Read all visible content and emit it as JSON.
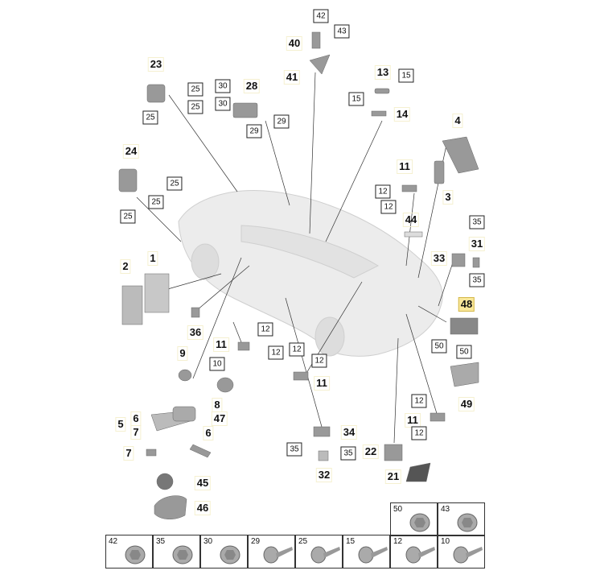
{
  "callouts": [
    {
      "id": "23",
      "t": "23"
    },
    {
      "id": "28",
      "t": "28"
    },
    {
      "id": "40",
      "t": "40"
    },
    {
      "id": "41",
      "t": "41"
    },
    {
      "id": "13",
      "t": "13"
    },
    {
      "id": "14",
      "t": "14"
    },
    {
      "id": "4",
      "t": "4"
    },
    {
      "id": "24",
      "t": "24"
    },
    {
      "id": "11a",
      "t": "11"
    },
    {
      "id": "3",
      "t": "3"
    },
    {
      "id": "44",
      "t": "44"
    },
    {
      "id": "31",
      "t": "31"
    },
    {
      "id": "33",
      "t": "33"
    },
    {
      "id": "2",
      "t": "2"
    },
    {
      "id": "1",
      "t": "1"
    },
    {
      "id": "48",
      "t": "48"
    },
    {
      "id": "36",
      "t": "36"
    },
    {
      "id": "11b",
      "t": "11"
    },
    {
      "id": "9",
      "t": "9"
    },
    {
      "id": "11c",
      "t": "11"
    },
    {
      "id": "8",
      "t": "8"
    },
    {
      "id": "47",
      "t": "47"
    },
    {
      "id": "49",
      "t": "49"
    },
    {
      "id": "5",
      "t": "5"
    },
    {
      "id": "6a",
      "t": "6"
    },
    {
      "id": "7a",
      "t": "7"
    },
    {
      "id": "11d",
      "t": "11"
    },
    {
      "id": "34",
      "t": "34"
    },
    {
      "id": "7b",
      "t": "7"
    },
    {
      "id": "6b",
      "t": "6"
    },
    {
      "id": "22",
      "t": "22"
    },
    {
      "id": "32",
      "t": "32"
    },
    {
      "id": "45",
      "t": "45"
    },
    {
      "id": "21",
      "t": "21"
    },
    {
      "id": "46",
      "t": "46"
    }
  ],
  "boxed": [
    "42",
    "43",
    "25",
    "25",
    "25",
    "30",
    "30",
    "29",
    "29",
    "15",
    "15",
    "25",
    "25",
    "25",
    "12",
    "12",
    "35",
    "35",
    "12",
    "12",
    "10",
    "12",
    "12",
    "50",
    "50",
    "12",
    "12",
    "35",
    "35"
  ],
  "fasteners_top": [
    "50",
    "43"
  ],
  "fasteners_bottom": [
    "42",
    "35",
    "30",
    "29",
    "25",
    "15",
    "12",
    "10"
  ],
  "highlight_color": "#f9e79a"
}
